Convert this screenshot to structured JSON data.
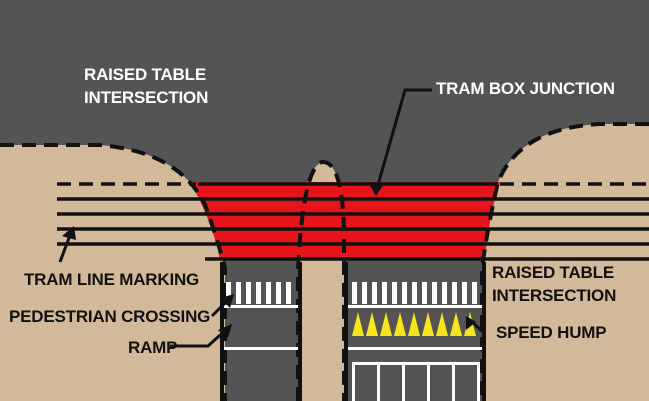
{
  "labels": {
    "raised_table_top_line1": "RAISED TABLE",
    "raised_table_top_line2": "INTERSECTION",
    "tram_box_junction": "TRAM BOX JUNCTION",
    "tram_line_marking": "TRAM LINE MARKING",
    "pedestrian_crossing": "PEDESTRIAN CROSSING",
    "ramp": "RAMP",
    "raised_table_right_line1": "RAISED TABLE",
    "raised_table_right_line2": "INTERSECTION",
    "speed_hump": "SPEED HUMP"
  },
  "colors": {
    "road": "#545454",
    "verge": "#d2b99a",
    "box_junction": "#e8141c",
    "speed_hump": "#f5e51b",
    "marking": "#ffffff",
    "line": "#111111"
  }
}
